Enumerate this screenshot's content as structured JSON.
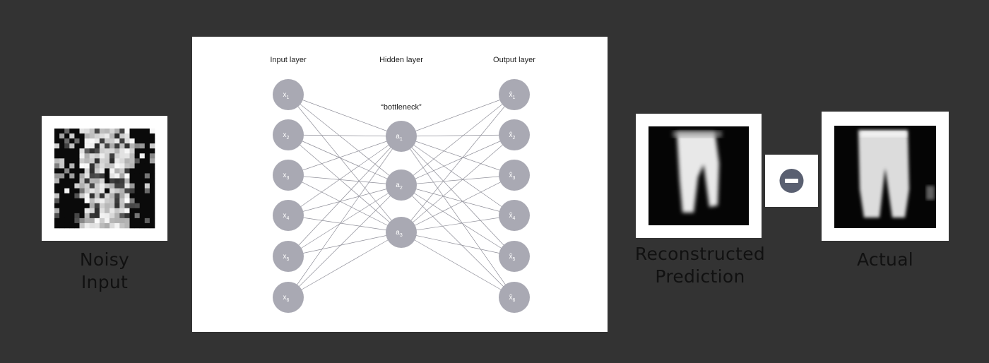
{
  "captions": {
    "noisy_line1": "Noisy",
    "noisy_line2": "Input",
    "recon_line1": "Reconstructed",
    "recon_line2": "Prediction",
    "actual": "Actual"
  },
  "network": {
    "layers": {
      "input": "Input layer",
      "hidden": "Hidden layer",
      "output": "Output layer"
    },
    "bottleneck_label": "“bottleneck”",
    "input_nodes": [
      {
        "base": "x",
        "sub": "1"
      },
      {
        "base": "x",
        "sub": "2"
      },
      {
        "base": "x",
        "sub": "3"
      },
      {
        "base": "x",
        "sub": "4"
      },
      {
        "base": "x",
        "sub": "5"
      },
      {
        "base": "x",
        "sub": "6"
      }
    ],
    "hidden_nodes": [
      {
        "base": "a",
        "sub": "1"
      },
      {
        "base": "a",
        "sub": "2"
      },
      {
        "base": "a",
        "sub": "3"
      }
    ],
    "output_nodes": [
      {
        "base": "x̂",
        "sub": "1"
      },
      {
        "base": "x̂",
        "sub": "2"
      },
      {
        "base": "x̂",
        "sub": "3"
      },
      {
        "base": "x̂",
        "sub": "4"
      },
      {
        "base": "x̂",
        "sub": "5"
      },
      {
        "base": "x̂",
        "sub": "6"
      }
    ],
    "node_color": "#a9a9b3",
    "edge_color": "#8f8f99"
  },
  "colors": {
    "background": "#333333",
    "caption": "#111111",
    "minus_circle": "#5a6071"
  }
}
